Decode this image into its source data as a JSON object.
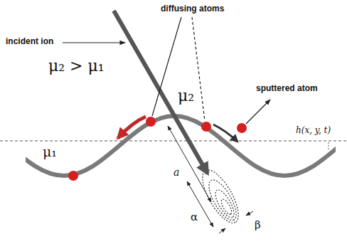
{
  "diagram": {
    "labels": [
      "incident ion",
      "diffusing atoms",
      "sputtered atom",
      "μ₂ > μ₁",
      "μ₂",
      "μ₁",
      "h(x, y, t)",
      "a",
      "α",
      "β"
    ]
  }
}
